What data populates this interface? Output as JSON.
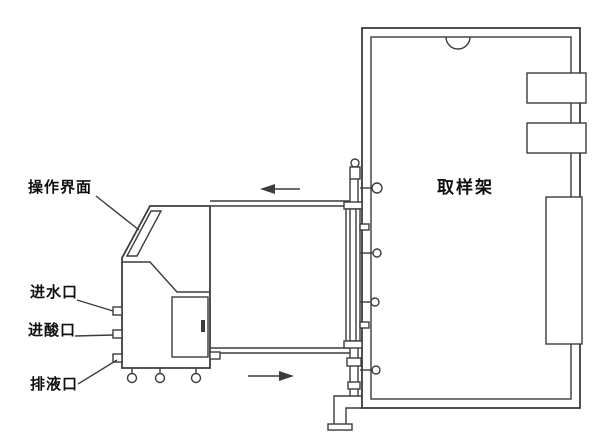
{
  "diagram": {
    "labels": {
      "operation_interface": "操作界面",
      "water_inlet": "进水口",
      "acid_inlet": "进酸口",
      "drain_outlet": "排液口",
      "sampling_rack": "取样架"
    },
    "colors": {
      "line": "#3c3c3c",
      "text": "#111111",
      "background": "#ffffff"
    }
  }
}
